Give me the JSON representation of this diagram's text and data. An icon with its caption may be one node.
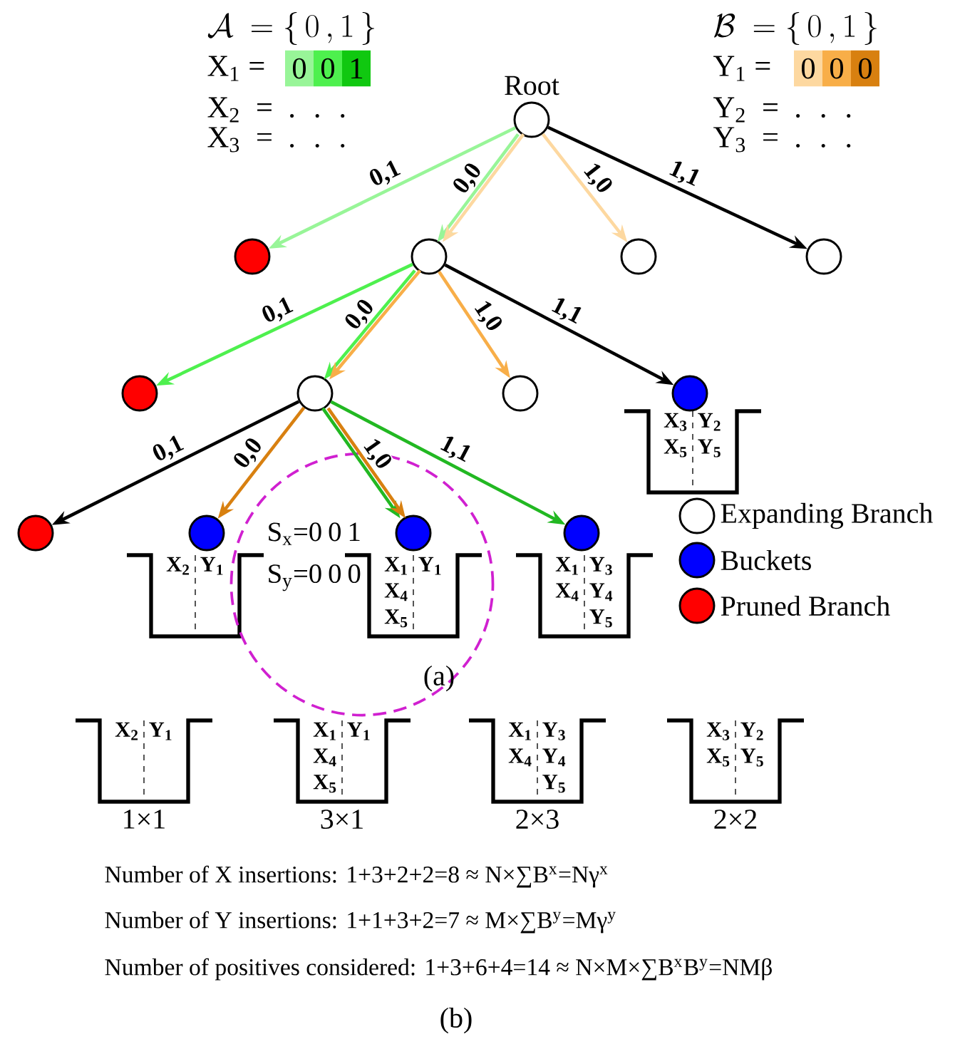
{
  "diagram": {
    "nodes": [
      {
        "text": [],
        "shape": "circle",
        "beside": [
          "Root"
        ]
      },
      {
        "text": [],
        "shape": "circle"
      },
      {
        "text": [],
        "shape": "circle"
      },
      {
        "text": [],
        "shape": "circle"
      },
      {
        "text": [],
        "shape": "circle"
      },
      {
        "text": [],
        "shape": "circle"
      },
      {
        "text": [],
        "shape": "circle"
      },
      {
        "text": [],
        "shape": "circle"
      },
      {
        "text": [],
        "shape": "circle"
      },
      {
        "text": [
          "X$_{3}$ X$_{5}$",
          "Y$_{2}$ Y$_{5}$"
        ]
      },
      {
        "text": [],
        "shape": "circle"
      },
      {
        "text": [],
        "shape": "circle"
      },
      {
        "text": [],
        "shape": "circle",
        "in": 15
      },
      {
        "text": [],
        "shape": "circle"
      },
      {
        "text": [
          "X$_{2}$",
          "Y$_{1}$"
        ]
      },
      {
        "text": [
          "S$_{x}$=0 0 1",
          "S$_{y}$=0 0 0"
        ]
      },
      {
        "text": [
          "X$_{1}$ X$_{4}$ X$_{5}$",
          "Y$_{1}$"
        ],
        "in": 15
      },
      {
        "text": [
          "X$_{1}$ X$_{4}$",
          "Y$_{3}$ Y$_{4}$ Y$_{5}$"
        ]
      },
      {
        "text": [
          "X$_{2}$",
          "Y$_{1}$"
        ],
        "beside": [
          "1×1"
        ]
      },
      {
        "text": [
          "X$_{1}$ X$_{4}$ X$_{5}$",
          "Y$_{1}$"
        ],
        "beside": [
          "3×1"
        ]
      },
      {
        "text": [
          "X$_{1}$ X$_{4}$",
          "Y$_{3}$ Y$_{4}$ Y$_{5}$"
        ],
        "beside": [
          "2×3"
        ]
      },
      {
        "text": [
          "X$_{3}$ X$_{5}$",
          "Y$_{2}$ Y$_{5}$"
        ],
        "beside": [
          "2×2"
        ]
      }
    ],
    "edges": [
      {
        "from": 0,
        "to": 1,
        "arrow": "to",
        "label": "0,1",
        "color": "#98f598"
      },
      {
        "from": 0,
        "to": 2,
        "arrow": "to",
        "label": "0,0",
        "color": "#98f598"
      },
      {
        "from": 0,
        "to": 2,
        "arrow": "to",
        "color": "#fdd8a0"
      },
      {
        "from": 0,
        "to": 3,
        "arrow": "to",
        "label": "1,0",
        "color": "#fdd8a0"
      },
      {
        "from": 0,
        "to": 4,
        "arrow": "to",
        "label": "1,1"
      },
      {
        "from": 2,
        "to": 5,
        "arrow": "to",
        "label": "0,1",
        "color": "#4ef04e"
      },
      {
        "from": 2,
        "to": 6,
        "arrow": "to",
        "label": "0,0",
        "color": "#4ef04e"
      },
      {
        "from": 2,
        "to": 6,
        "arrow": "to",
        "color": "#f8ae48"
      },
      {
        "from": 2,
        "to": 7,
        "arrow": "to",
        "label": "1,0",
        "color": "#f8ae48"
      },
      {
        "from": 2,
        "to": 8,
        "arrow": "to",
        "label": "1,1"
      },
      {
        "from": 6,
        "to": 10,
        "arrow": "to",
        "label": "0,1"
      },
      {
        "from": 6,
        "to": 11,
        "arrow": "to",
        "label": "0,0",
        "color": "#d88010"
      },
      {
        "from": 6,
        "to": 12,
        "arrow": "to",
        "label": "1,0",
        "color": "#22b822"
      },
      {
        "from": 6,
        "to": 12,
        "arrow": "to",
        "color": "#d88010"
      },
      {
        "from": 6,
        "to": 13,
        "arrow": "to",
        "label": "1,1",
        "color": "#22b822"
      }
    ],
    "labels": [
      "\\mathcal{A}\\ =\\{\\,0\\,,1\\,\\}",
      "\\mathcal{B}\\ =\\{\\,0\\,,1\\,\\}",
      "X$_{1}$ =",
      "0",
      "0",
      "1",
      "Y$_{1}$ =",
      "0",
      "0",
      "0",
      "X$_{2}$ = . . .",
      "Y$_{2}$ = . . .",
      "X$_{3}$ = . . .",
      "Y$_{3}$ = . . .",
      "(a)",
      "Number of X insertions: 1+3+2+2=8 ≈ N×∑B$^{x}$=Nγ$^{x}$",
      "Number of Y insertions: 1+1+3+2=7 ≈ M×∑B$^{y}$=Mγ$^{y}$",
      "Number of positives considered: 1+3+6+4=14 ≈ N×M×∑B$^{x}$B$^{y}$=NMβ",
      "(b)"
    ],
    "legend": [
      {
        "text": "Expanding Branch"
      },
      {
        "text": "Buckets",
        "color": "#0000ff"
      },
      {
        "text": "Pruned Branch",
        "color": "#ff0000"
      }
    ]
  }
}
